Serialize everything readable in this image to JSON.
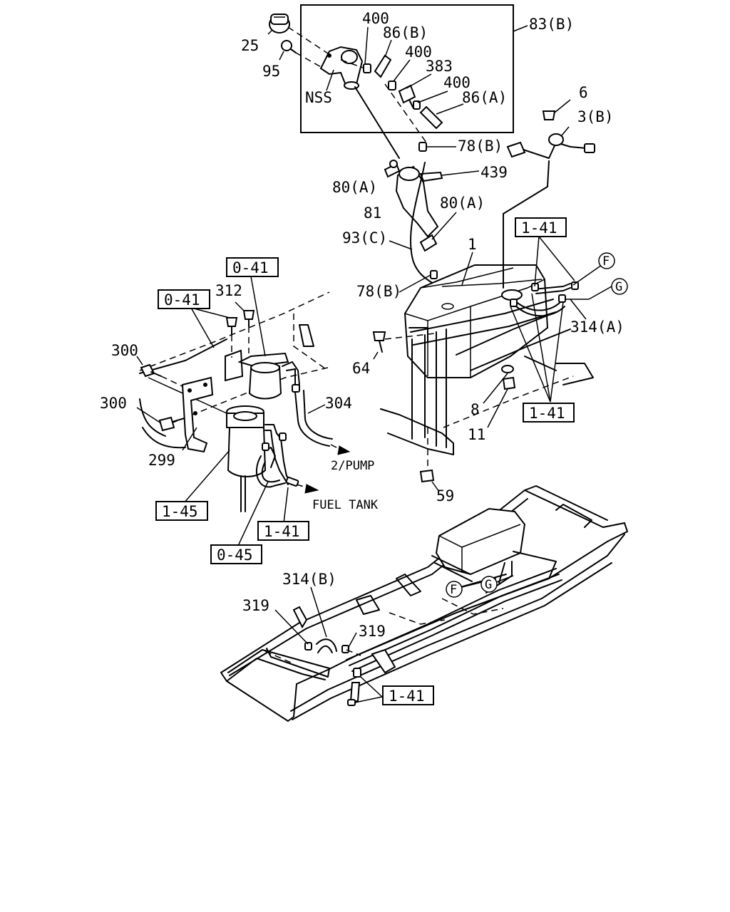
{
  "callouts": {
    "c25": "25",
    "c95": "95",
    "c400a": "400",
    "c86b": "86(B)",
    "c400b": "400",
    "c383": "383",
    "c400c": "400",
    "c86a": "86(A)",
    "c83b": "83(B)",
    "nss": "NSS",
    "c6": "6",
    "c3b": "3(B)",
    "c78b_top": "78(B)",
    "c439": "439",
    "c80a_left": "80(A)",
    "c81": "81",
    "c80a_right": "80(A)",
    "c93c": "93(C)",
    "c1": "1",
    "c78b_mid": "78(B)",
    "c314a": "314(A)",
    "c64": "64",
    "c8": "8",
    "c11": "11",
    "c59": "59",
    "c312": "312",
    "c300_top": "300",
    "c300_mid": "300",
    "c304": "304",
    "c299": "299",
    "pump": "2/PUMP",
    "fuel_tank": "FUEL TANK",
    "c314b": "314(B)",
    "c319_left": "319",
    "c319_right": "319"
  },
  "references": {
    "r141_top": "1-41",
    "r141_right": "1-41",
    "r041_upper": "0-41",
    "r041_lower": "0-41",
    "r145": "1-45",
    "r141_filter": "1-41",
    "r045": "0-45",
    "r141_bottom": "1-41"
  },
  "connectors": {
    "f_top": "F",
    "g_top": "G",
    "f_bottom": "F",
    "g_bottom": "G"
  }
}
